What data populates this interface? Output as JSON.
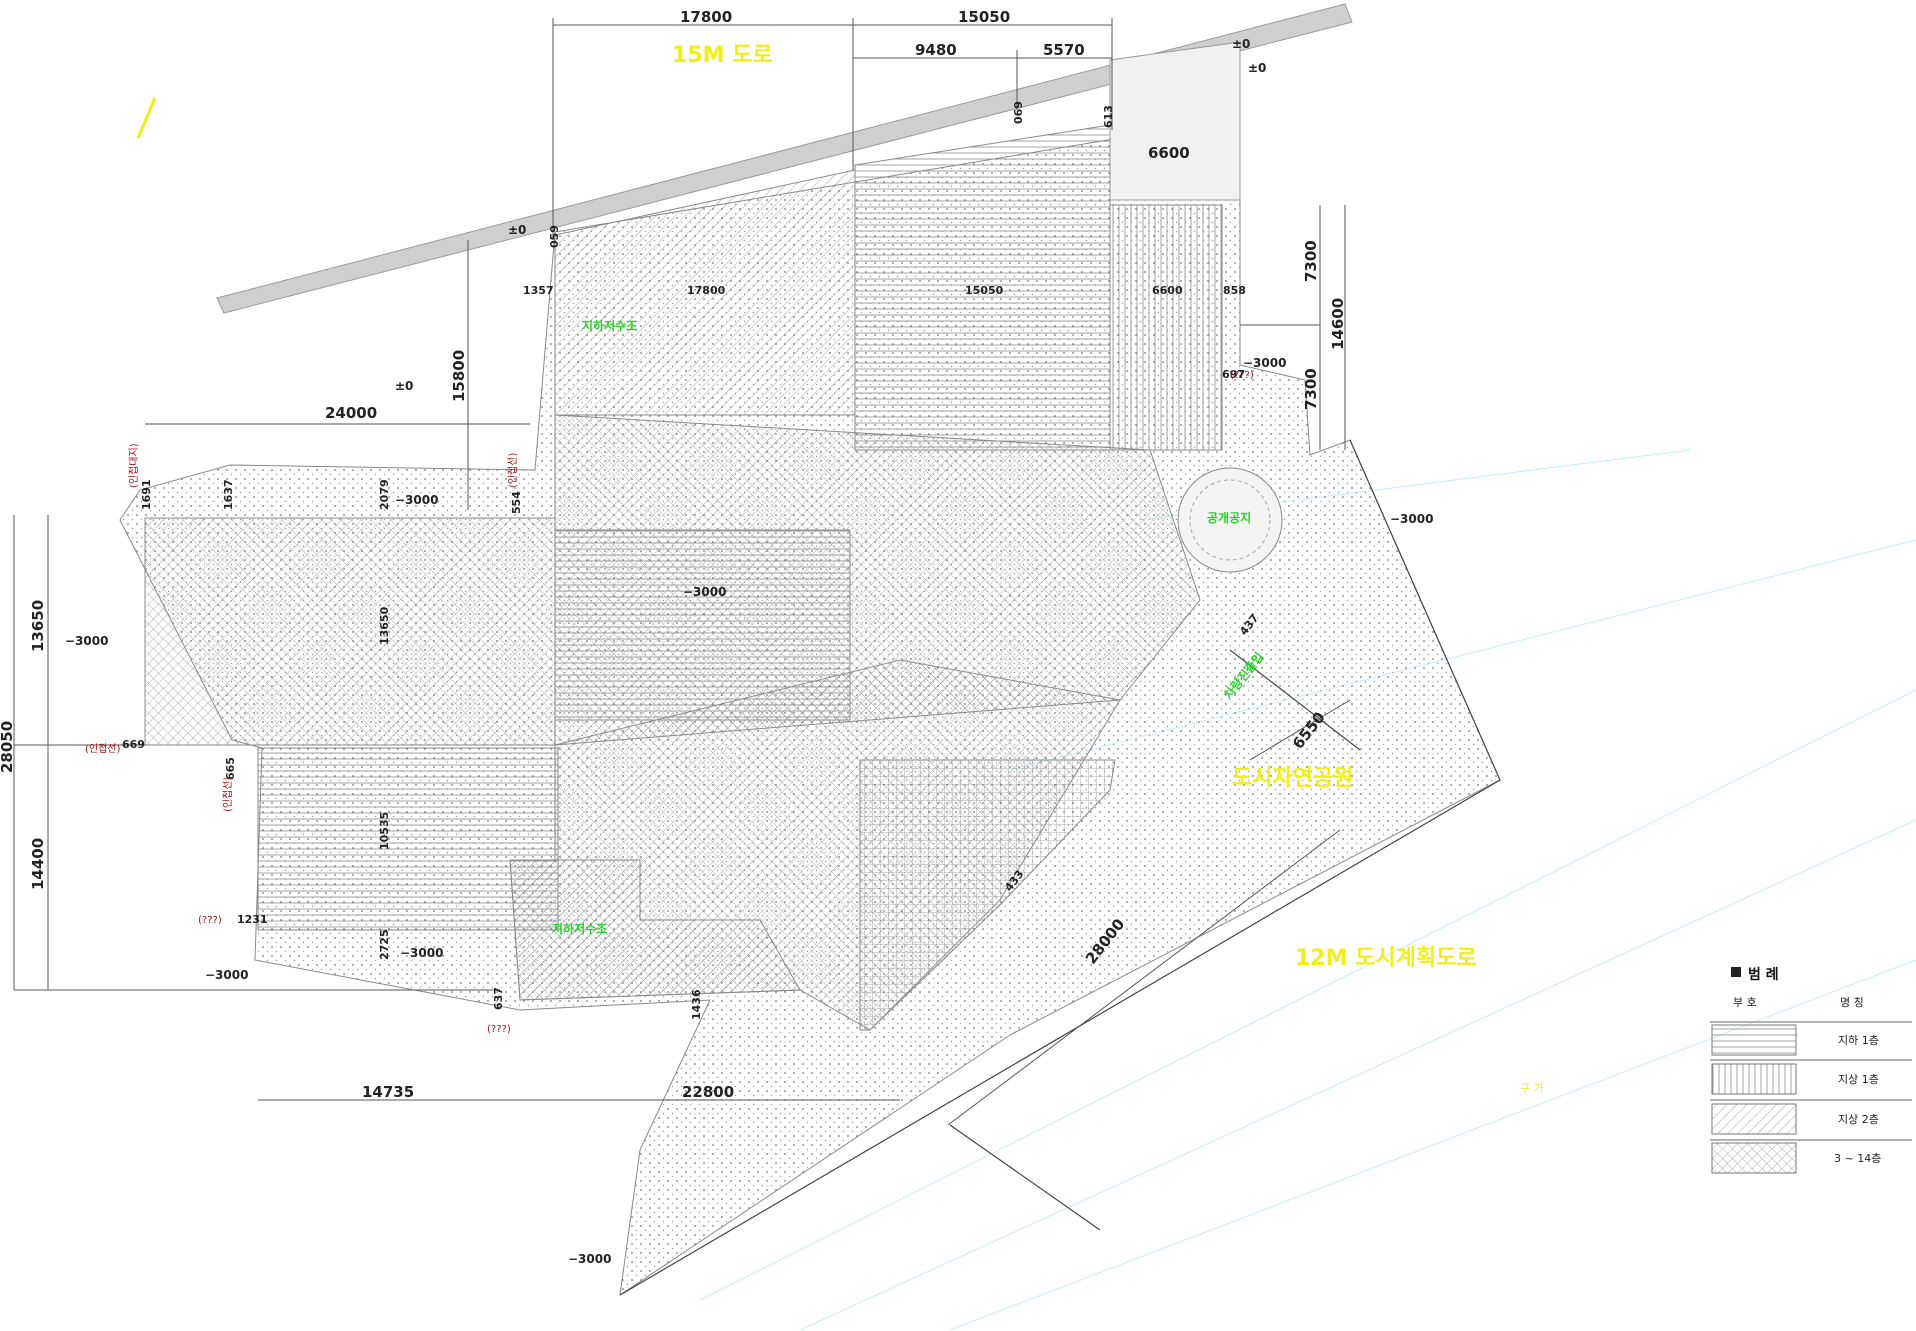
{
  "dimensions_top": [
    "17800",
    "15050",
    "9480",
    "5570",
    "6600"
  ],
  "dimensions_mid": [
    "1357",
    "17800",
    "15050",
    "6600",
    "858",
    "697"
  ],
  "dimensions_side": [
    "7300",
    "14600",
    "7300",
    "15800",
    "24000",
    "13650",
    "13650",
    "28050",
    "14400",
    "10535"
  ],
  "dimensions_bottom": [
    "14735",
    "22800",
    "28000",
    "6550"
  ],
  "small_dims": [
    "1691",
    "1637",
    "2079",
    "554",
    "669",
    "665",
    "1231",
    "2725",
    "637",
    "1436",
    "433",
    "437",
    "613",
    "059",
    "069"
  ],
  "levels": {
    "zero": "±0",
    "minus": "−3000"
  },
  "red_notes": [
    "(인접대지)",
    "(인접선)",
    "(인접선)",
    "(???)",
    "(인접선)",
    "(???)",
    "(???)"
  ],
  "labels_yellow": {
    "road_top": "15M 도로",
    "road_right": "12M 도시계획도로",
    "green_park": "도시자연공원",
    "right_small": "구 가"
  },
  "labels_green": {
    "ground_water": "지하저수조",
    "sunken": "공개공지",
    "vehicle": "차량진출입",
    "water2": "지하저수조"
  },
  "legend": {
    "title": "범 례",
    "col_symbol": "부 호",
    "col_name": "명 칭",
    "items": [
      {
        "name": "지하 1층",
        "pattern": "hlines"
      },
      {
        "name": "지상 1층",
        "pattern": "vlines"
      },
      {
        "name": "지상 2층",
        "pattern": "diag"
      },
      {
        "name": "3 ~ 14층",
        "pattern": "cross"
      }
    ]
  },
  "colors": {
    "road": "#c8c8c8",
    "hatch": "#8c8c8c",
    "red_note": "#a01010",
    "yellow": "#f2ee1a",
    "green": "#2bd02b"
  }
}
